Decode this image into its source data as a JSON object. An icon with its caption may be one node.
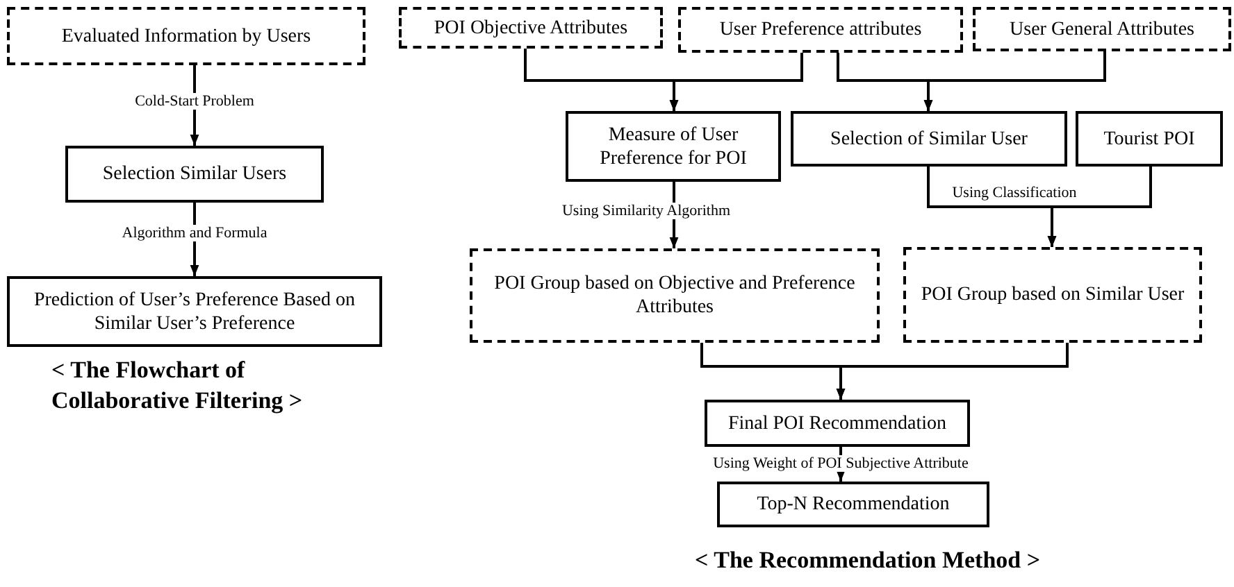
{
  "diagram": {
    "nodes": [
      {
        "text": [
          "Evaluated Information by Users"
        ]
      },
      {
        "text": [
          "Selection Similar Users"
        ]
      },
      {
        "text": [
          "Prediction of User’s Preference Based on Similar User’s Preference"
        ]
      },
      {
        "text": [
          "POI Objective Attributes"
        ]
      },
      {
        "text": [
          "User Preference attributes"
        ]
      },
      {
        "text": [
          "User General Attributes"
        ]
      },
      {
        "text": [
          "Measure of User Preference for POI"
        ]
      },
      {
        "text": [
          "Selection of Similar User"
        ]
      },
      {
        "text": [
          "Tourist POI"
        ]
      },
      {
        "text": [
          "POI Group based on Objective and Preference Attributes"
        ]
      },
      {
        "text": [
          "POI Group based on Similar User"
        ]
      },
      {
        "text": [
          "Final POI Recommendation"
        ]
      },
      {
        "text": [
          "Top-N Recommendation"
        ]
      }
    ],
    "edges": [
      {
        "from": 0,
        "to": 1,
        "arrow": "to",
        "label": "Cold-Start Problem"
      },
      {
        "from": 1,
        "to": 2,
        "arrow": "to",
        "label": "Algorithm and Formula"
      },
      {
        "from": 3,
        "to": 6,
        "arrow": "to"
      },
      {
        "from": 4,
        "to": 6,
        "arrow": "to"
      },
      {
        "from": 4,
        "to": 7,
        "arrow": "to"
      },
      {
        "from": 5,
        "to": 7,
        "arrow": "to"
      },
      {
        "from": 6,
        "to": 9,
        "arrow": "to",
        "label": "Using Similarity Algorithm"
      },
      {
        "from": 7,
        "to": 10,
        "arrow": "to",
        "label": "Using Classification"
      },
      {
        "from": 8,
        "to": 10,
        "arrow": "to"
      },
      {
        "from": 9,
        "to": 11,
        "arrow": "to"
      },
      {
        "from": 10,
        "to": 11,
        "arrow": "to"
      },
      {
        "from": 11,
        "to": 12,
        "arrow": "to",
        "label": "Using Weight of POI Subjective Attribute"
      }
    ],
    "labels": [
      "< The Flowchart of Collaborative Filtering >",
      "< The Recommendation Method >"
    ]
  }
}
